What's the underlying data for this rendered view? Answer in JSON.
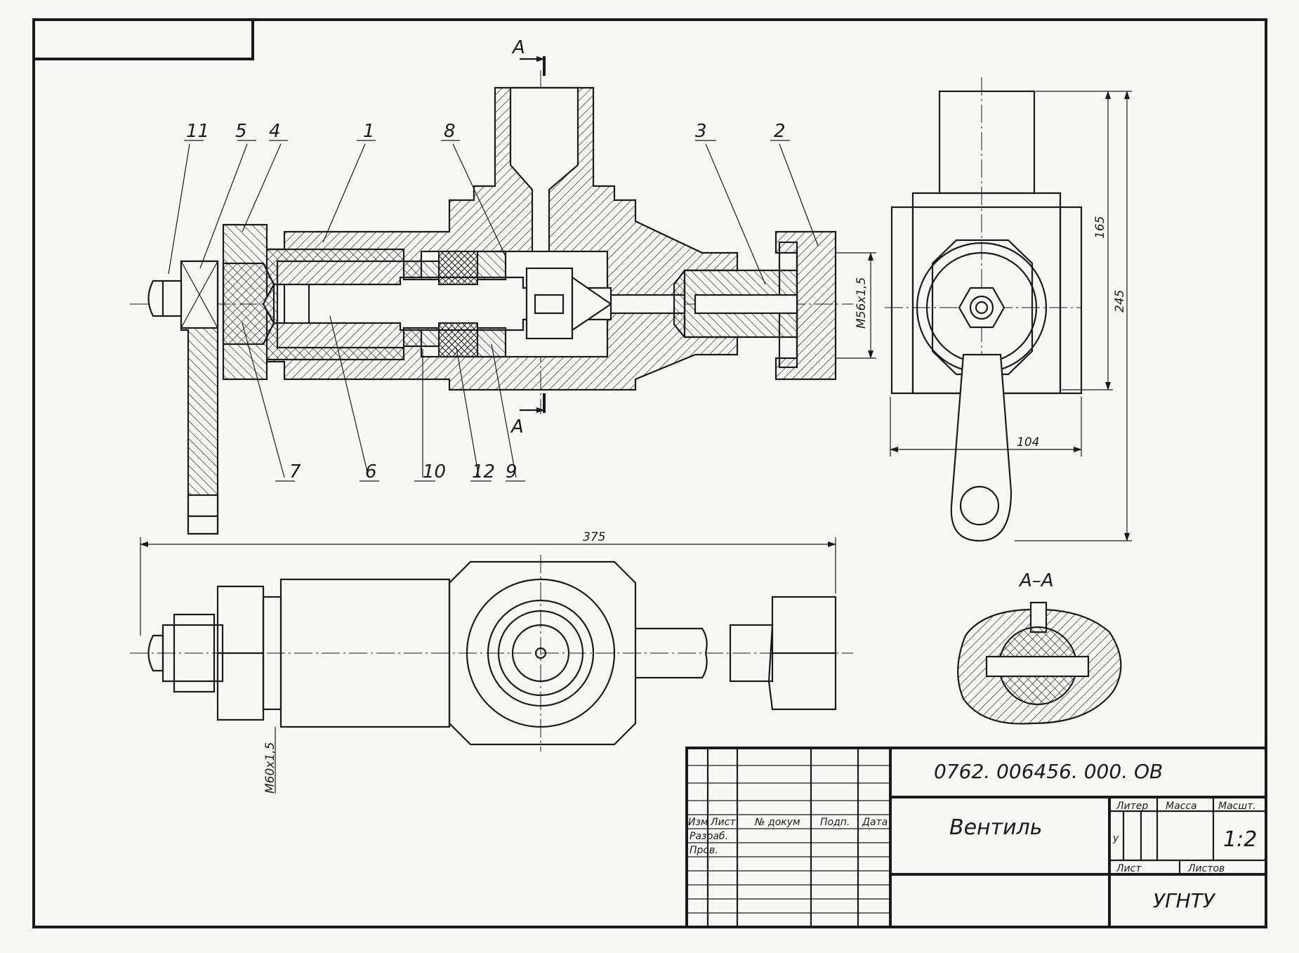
{
  "part_labels": [
    "11",
    "5",
    "4",
    "1",
    "8",
    "3",
    "2",
    "7",
    "6",
    "10",
    "12",
    "9"
  ],
  "section_marks": {
    "top": "А",
    "bottom": "А",
    "view_title": "А–А"
  },
  "dimensions": {
    "thread_right": "М56х1,5",
    "thread_left": "М60х1,5",
    "overall_length": "375",
    "width": "104",
    "height_165": "165",
    "height_245": "245"
  },
  "title_block": {
    "designation": "0762. 006456. 000. ОВ",
    "name": "Вентиль",
    "org": "УГНТУ",
    "scale": "1:2",
    "litera_value": "у",
    "headers": {
      "izm": "Изм",
      "list": "Лист",
      "doc": "№ докум",
      "sign": "Подп.",
      "date": "Дата",
      "litera": "Литер",
      "mass": "Масса",
      "scale": "Масшт.",
      "sheet": "Лист",
      "sheets": "Листов"
    },
    "rows": {
      "developer": "Разраб.",
      "checked": "Пров."
    }
  }
}
